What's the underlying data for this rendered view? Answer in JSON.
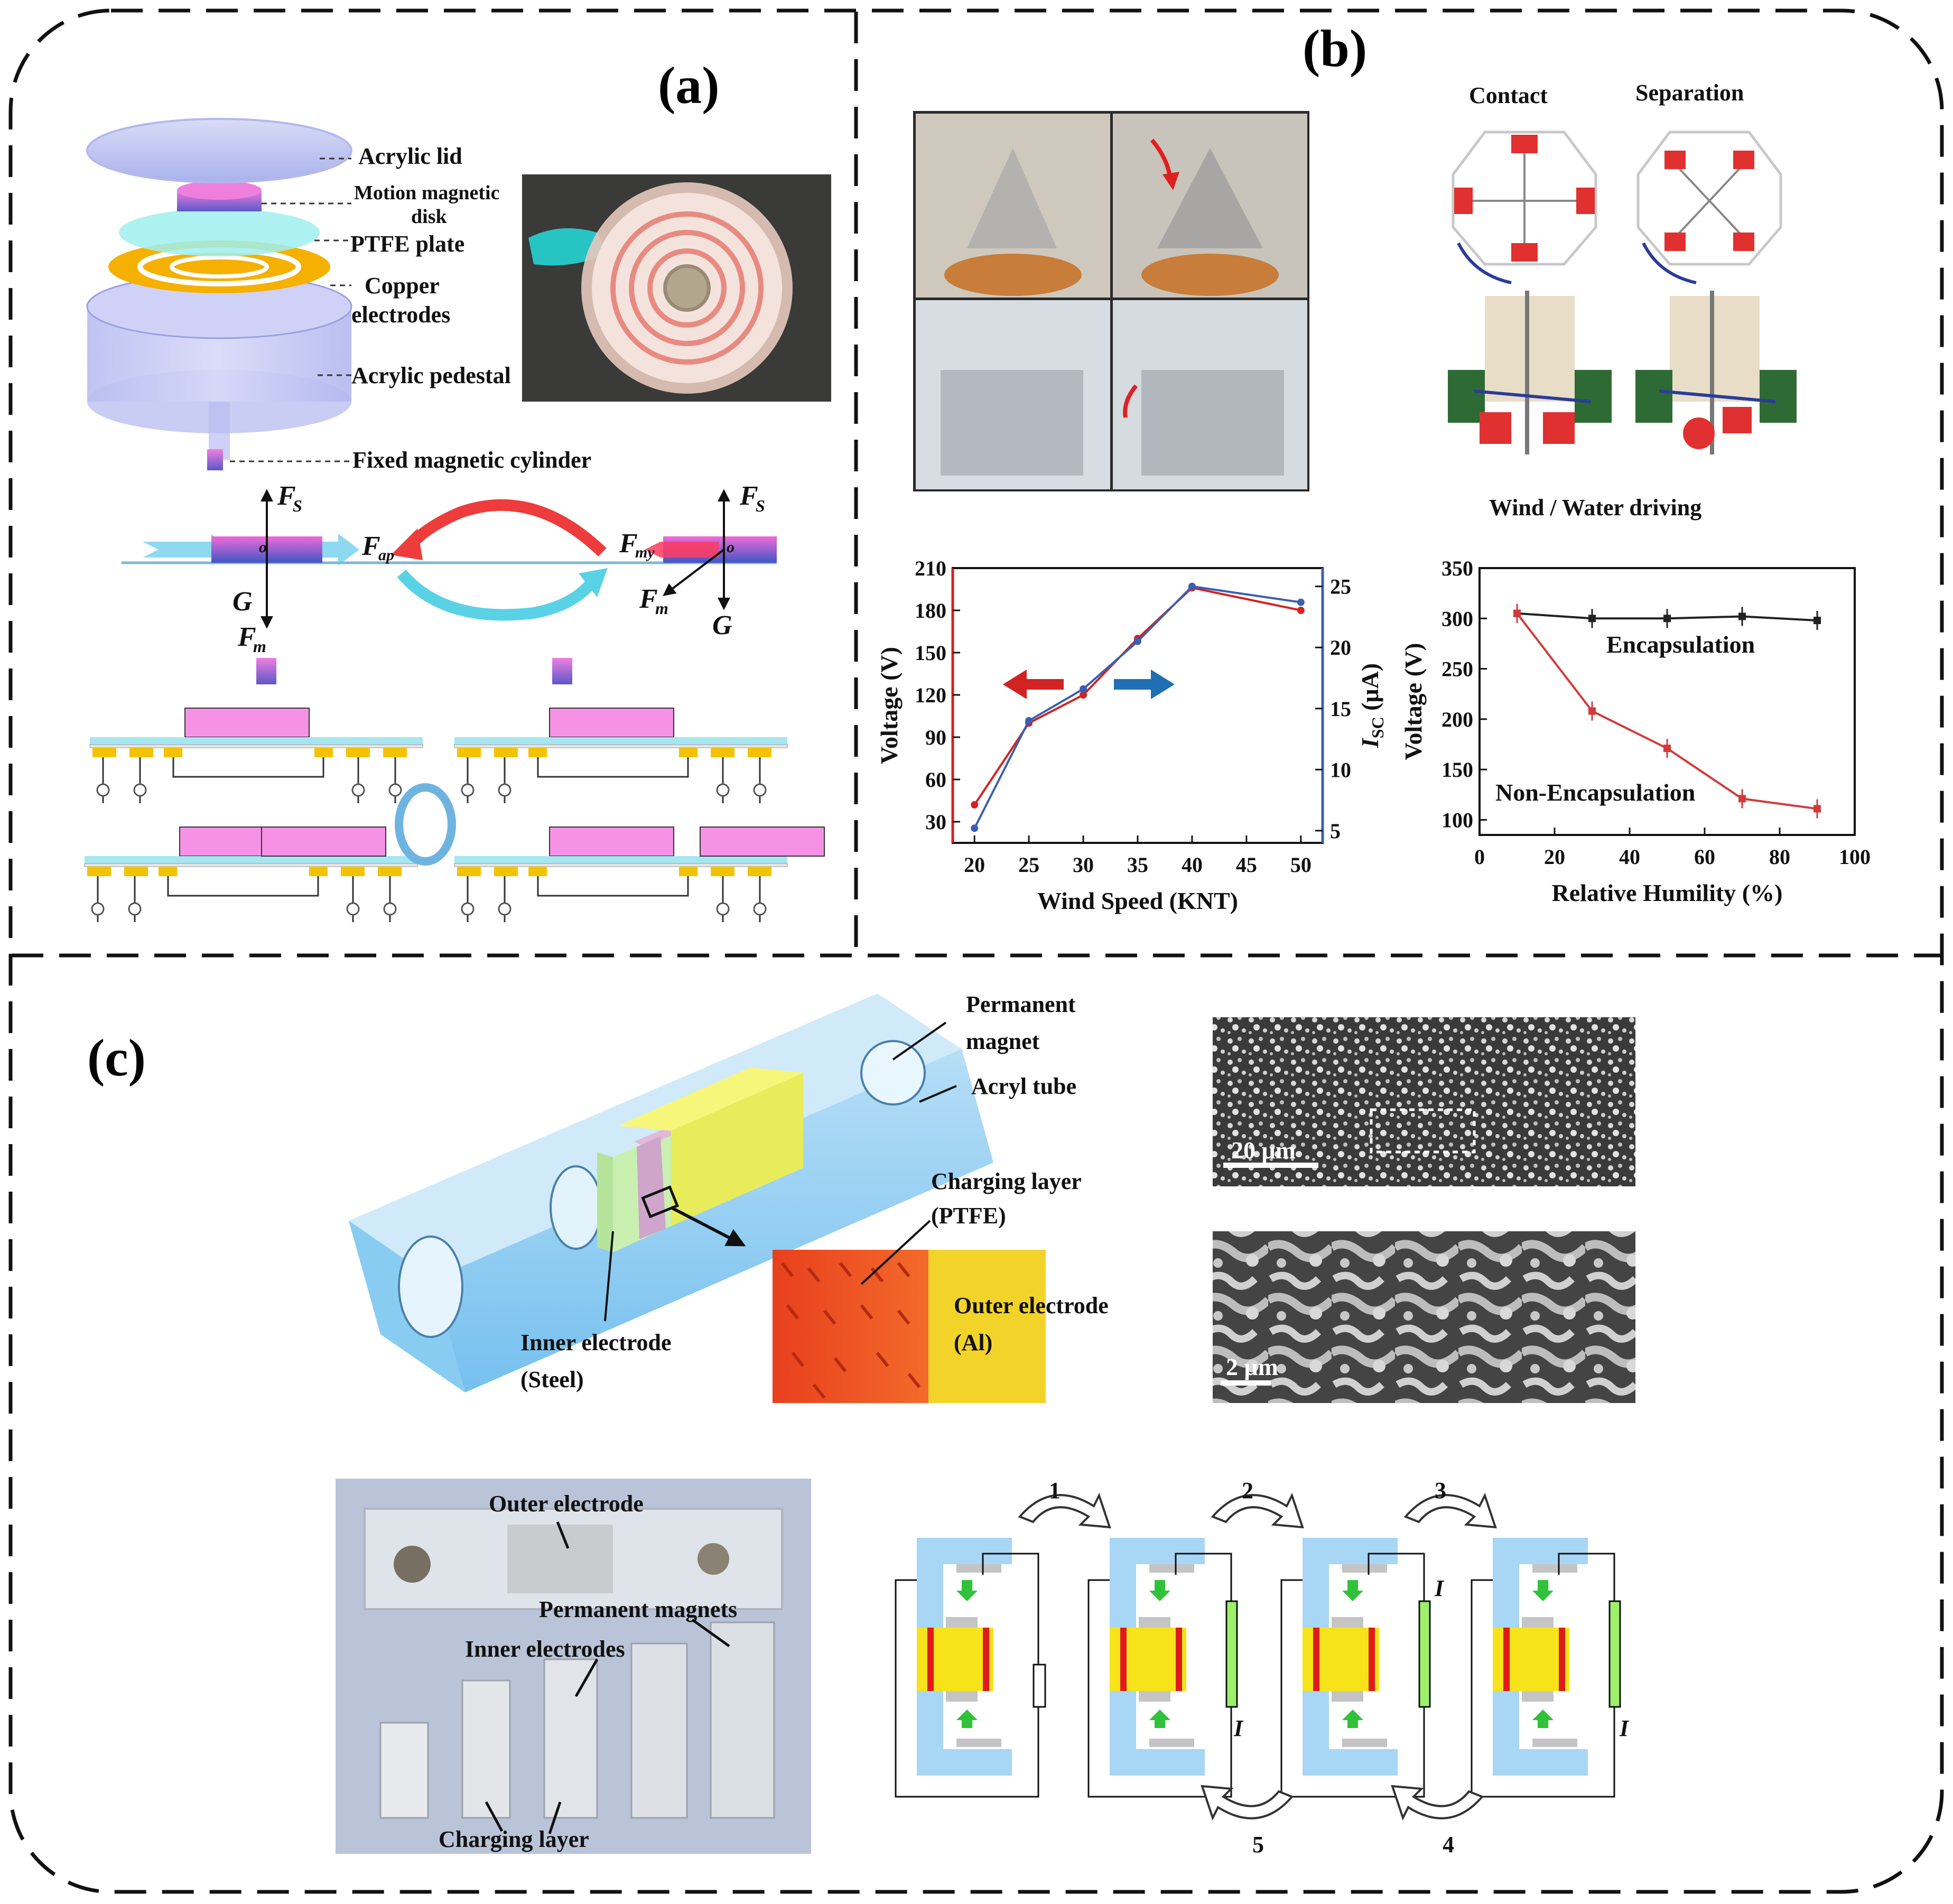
{
  "panels": {
    "a": {
      "tag": "(a)"
    },
    "b": {
      "tag": "(b)"
    },
    "c": {
      "tag": "(c)"
    }
  },
  "a": {
    "parts": [
      "Acrylic lid",
      "Motion magnetic",
      "disk",
      "PTFE plate",
      "Copper",
      "electrodes",
      "Acrylic pedestal",
      "Fixed magnetic cylinder"
    ],
    "forces": {
      "fs_left": "F",
      "fs_left_sub": "S",
      "g_left": "G",
      "fm_left": "F",
      "fm_left_sub": "m",
      "fap": "F",
      "fap_sub": "ap",
      "fmy": "F",
      "fmy_sub": "my",
      "fs_right": "F",
      "fs_right_sub": "S",
      "fm_right": "F",
      "fm_right_sub": "m",
      "g_right": "G",
      "origin": "o"
    }
  },
  "b": {
    "mode_labels": {
      "contact": "Contact",
      "separation": "Separation",
      "driving": "Wind / Water driving"
    }
  },
  "chart_data": [
    {
      "type": "line",
      "xlabel": "Wind Speed (KNT)",
      "ylabel": "Voltage (V)",
      "y2label_main": "I",
      "y2label_sub": "SC",
      "y2label_unit": " (μA)",
      "xticks": [
        "20",
        "25",
        "30",
        "35",
        "40",
        "45",
        "50"
      ],
      "yticks": [
        "30",
        "60",
        "90",
        "120",
        "150",
        "180",
        "210"
      ],
      "y2ticks": [
        "5",
        "10",
        "15",
        "20",
        "25"
      ],
      "xlim": [
        18,
        52
      ],
      "ylim": [
        15,
        210
      ],
      "y2lim": [
        4,
        26.5
      ],
      "series": [
        {
          "axis": "left",
          "color": "#d22222",
          "x": [
            20,
            25,
            30,
            35,
            40,
            50
          ],
          "values": [
            42,
            100,
            120,
            160,
            196,
            180
          ]
        },
        {
          "axis": "right",
          "color": "#3a5fb0",
          "x": [
            20,
            25,
            30,
            35,
            40,
            50
          ],
          "values": [
            5.2,
            14,
            16.6,
            20.5,
            25,
            23.7
          ]
        }
      ],
      "arrow_colors": [
        "#d22222",
        "#1f6fb5"
      ]
    },
    {
      "type": "line",
      "xlabel": "Relative Humility (%)",
      "ylabel": "Voltage (V)",
      "xticks": [
        "0",
        "20",
        "40",
        "60",
        "80",
        "100"
      ],
      "yticks": [
        "100",
        "150",
        "200",
        "250",
        "300",
        "350"
      ],
      "xlim": [
        0,
        100
      ],
      "ylim": [
        85,
        350
      ],
      "series": [
        {
          "name": "Encapsulation",
          "color": "#222222",
          "label_color": "#3a6fc4",
          "x": [
            10,
            30,
            50,
            70,
            90
          ],
          "values": [
            305,
            300,
            300,
            302,
            298
          ]
        },
        {
          "name": "Non-Encapsulation",
          "color": "#d23a3a",
          "label_color": "#c82020",
          "x": [
            10,
            30,
            50,
            70,
            90
          ],
          "values": [
            305,
            208,
            171,
            121,
            111
          ]
        }
      ]
    }
  ],
  "c": {
    "labels": {
      "permanent": "Permanent",
      "magnet": "magnet",
      "acryl_tube": "Acryl tube",
      "charging_layer": "Charging layer",
      "ptfe": "(PTFE)",
      "outer_electrode": "Outer electrode",
      "al": "(Al)",
      "inner_electrode": "Inner electrode",
      "steel": "(Steel)"
    },
    "sem": {
      "scale_top": "20 μm",
      "scale_bottom": "2 μm"
    },
    "photo_labels": {
      "outer_electrode": "Outer electrode",
      "permanent_magnets": "Permanent magnets",
      "inner_electrodes": "Inner electrodes",
      "charging_layer": "Charging layer"
    },
    "cycle": {
      "steps_top": [
        "1",
        "2",
        "3"
      ],
      "steps_bottom": [
        "5",
        "4"
      ],
      "current": "I"
    }
  }
}
